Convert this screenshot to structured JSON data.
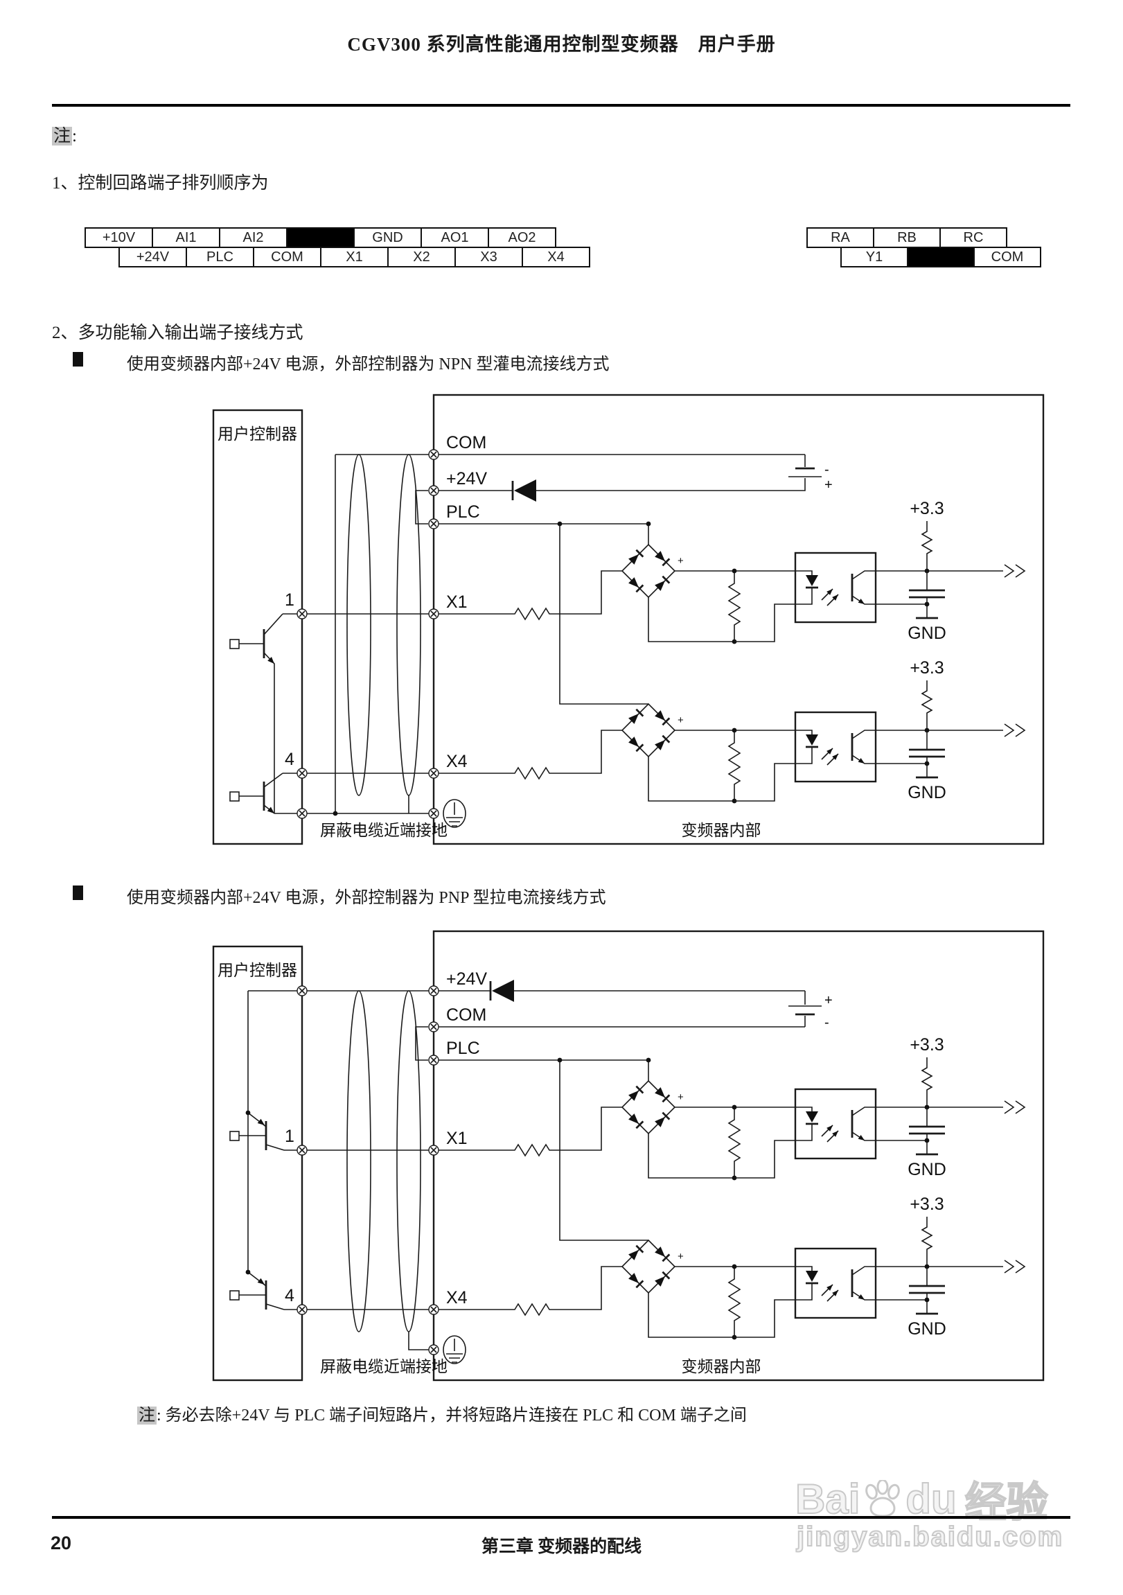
{
  "header": {
    "title": "CGV300 系列高性能通用控制型变频器　用户手册"
  },
  "notes": {
    "top_label": "注",
    "top_colon": ":"
  },
  "sections": {
    "item1": "1、控制回路端子排列顺序为",
    "item2": "2、多功能输入输出端子接线方式"
  },
  "bullets": {
    "npn": "使用变频器内部+24V 电源，外部控制器为 NPN 型灌电流接线方式",
    "pnp": "使用变频器内部+24V 电源，外部控制器为 PNP 型拉电流接线方式"
  },
  "terminal_strips": {
    "left": {
      "row1": [
        "+10V",
        "AI1",
        "AI2",
        "",
        "GND",
        "AO1",
        "AO2"
      ],
      "row2": [
        "+24V",
        "PLC",
        "COM",
        "X1",
        "X2",
        "X3",
        "X4"
      ]
    },
    "right": {
      "row1": [
        "RA",
        "RB",
        "RC"
      ],
      "row2": [
        "Y1",
        "",
        "COM"
      ]
    }
  },
  "diagram_npn": {
    "controller": "用户控制器",
    "t_top": "COM",
    "t_mid": "+24V",
    "t_bot": "PLC",
    "x1": "X1",
    "x4": "X4",
    "w1": "1",
    "w4": "4",
    "bat_top": "-",
    "bat_bot": "+",
    "bridge_plus": "+",
    "vcc1": "+3.3",
    "gnd1": "GND",
    "vcc2": "+3.3",
    "gnd2": "GND",
    "shield": "屏蔽电缆近端接地",
    "inverter": "变频器内部"
  },
  "diagram_pnp": {
    "controller": "用户控制器",
    "t_top": "+24V",
    "t_mid": "COM",
    "t_bot": "PLC",
    "x1": "X1",
    "x4": "X4",
    "w1": "1",
    "w4": "4",
    "bat_top": "+",
    "bat_bot": "-",
    "bridge_plus": "+",
    "vcc1": "+3.3",
    "gnd1": "GND",
    "vcc2": "+3.3",
    "gnd2": "GND",
    "shield": "屏蔽电缆近端接地",
    "inverter": "变频器内部"
  },
  "bottom_note": {
    "label": "注",
    "colon": ": ",
    "text": "务必去除+24V 与 PLC 端子间短路片，并将短路片连接在 PLC 和 COM 端子之间"
  },
  "footer": {
    "page_number": "20",
    "chapter": "第三章 变频器的配线"
  },
  "watermark": {
    "part1": "Bai",
    "part2": "du",
    "part3": "经验",
    "url": "jingyan.baidu.com"
  }
}
